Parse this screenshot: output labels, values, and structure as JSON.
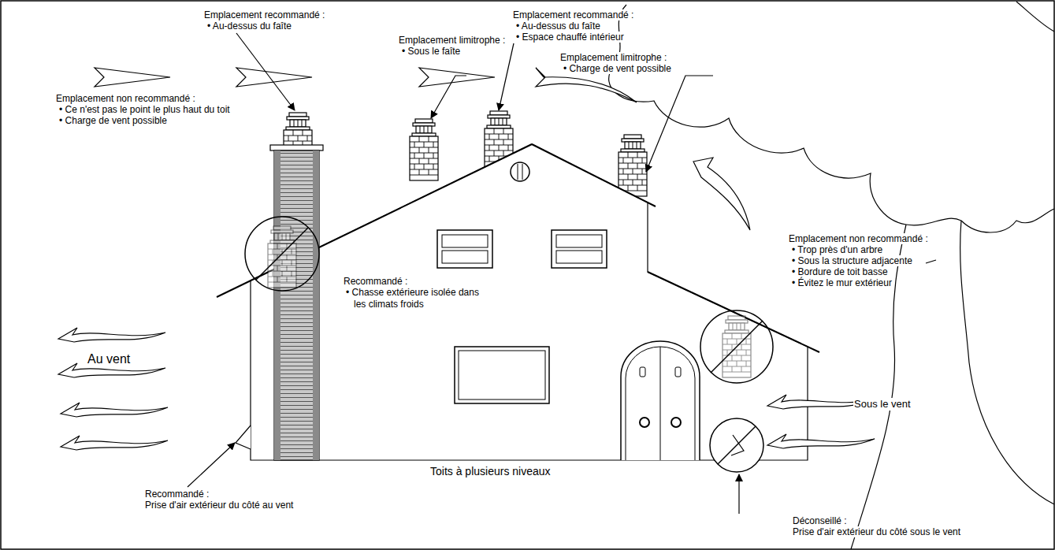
{
  "diagram": {
    "labels": [
      "Emplacement recommandé :",
      "• Au-dessus du faîte",
      "Emplacement recommandé :",
      "• Au-dessus du faîte",
      "• Espace chauffé intérieur",
      "Emplacement limitrophe :",
      "• Sous le faîte",
      "Emplacement limitrophe :",
      "• Charge de vent possible",
      "Emplacement non recommandé :",
      "• Ce n'est pas le point le plus haut du toit",
      "• Charge de vent possible",
      "Recommandé :",
      "• Chasse extérieure isolée dans les climats froids",
      "Emplacement non recommandé :",
      "• Trop près d'un arbre",
      "• Sous la structure adjacente",
      "• Bordure de toit basse",
      "• Évitez le mur extérieur",
      "Au vent",
      "Sous le vent",
      "Toits à plusieurs niveaux",
      "Recommandé :",
      "Prise d'air extérieur du côté au vent",
      "Déconseillé :",
      "Prise d'air extérieur du côté sous le vent"
    ]
  }
}
